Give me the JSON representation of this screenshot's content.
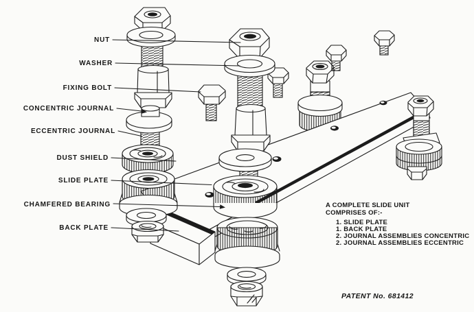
{
  "labels": {
    "nut": "NUT",
    "washer": "WASHER",
    "fixing_bolt": "FIXING BOLT",
    "concentric_journal": "CONCENTRIC JOURNAL",
    "eccentric_journal": "ECCENTRIC JOURNAL",
    "dust_shield": "DUST SHIELD",
    "slide_plate": "SLIDE PLATE",
    "chamfered_bearing": "CHAMFERED BEARING",
    "back_plate": "BACK PLATE"
  },
  "note": {
    "line1": "A COMPLETE SLIDE UNIT",
    "line2": "COMPRISES OF:-",
    "items": [
      "1. SLIDE PLATE",
      "1. BACK PLATE",
      "2. JOURNAL ASSEMBLIES CONCENTRIC",
      "2. JOURNAL ASSEMBLIES ECCENTRIC"
    ]
  },
  "patent": "PATENT No. 681412",
  "colors": {
    "ink": "#1c1c1c",
    "paper": "#fbfbf9"
  }
}
